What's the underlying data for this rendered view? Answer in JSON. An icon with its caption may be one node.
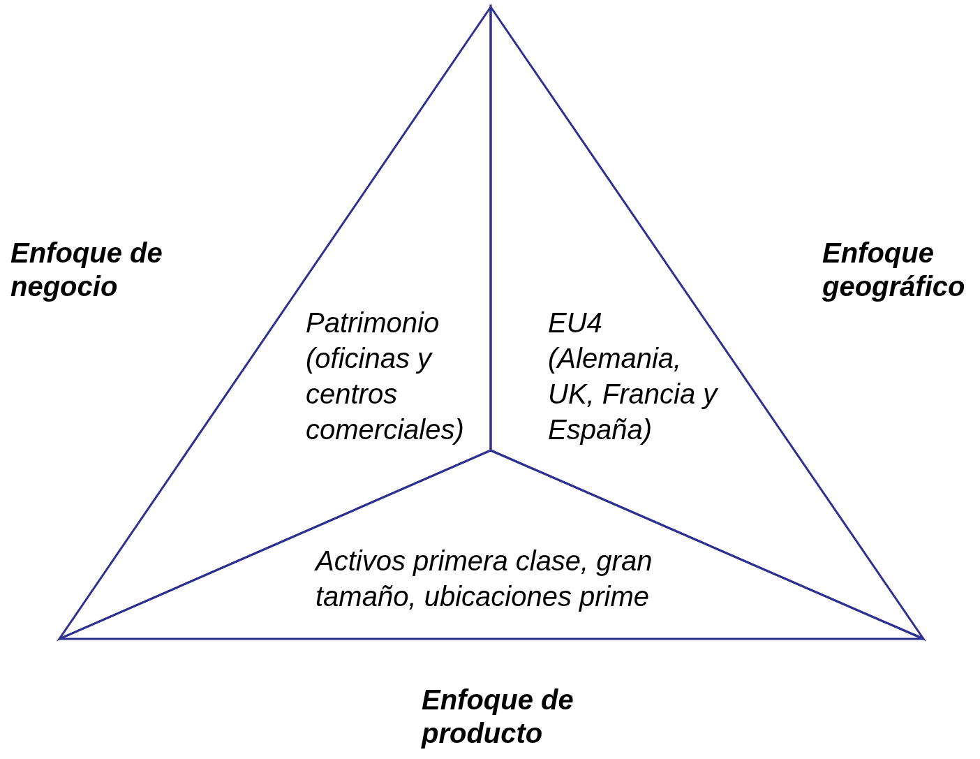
{
  "diagram": {
    "nodes": [
      {
        "text": [
          "Patrimonio (oficinas y centros comerciales)"
        ]
      },
      {
        "text": [
          "EU4 (Alemania, UK, Francia y España)"
        ]
      },
      {
        "text": [
          "Activos primera clase, gran tamaño, ubicaciones prime"
        ]
      }
    ],
    "labels": [
      "Enfoque de negocio",
      "Enfoque geográfico",
      "Enfoque de producto"
    ]
  }
}
